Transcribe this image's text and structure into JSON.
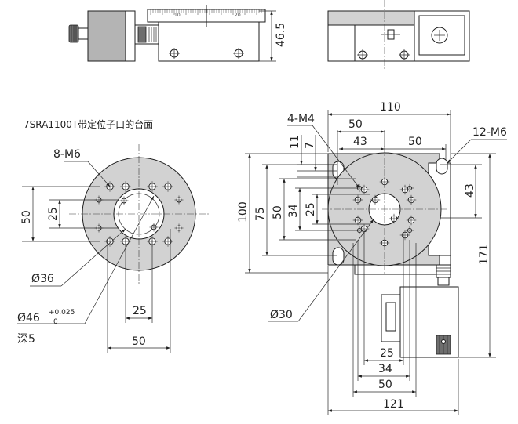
{
  "title": "7SRA1100T带定位子口的台面",
  "top_view": {
    "height_label": "46.5",
    "scale_marks": [
      "10",
      "20"
    ]
  },
  "table_drawing": {
    "thread_label": "8-M6",
    "dim_50_vertical": "50",
    "dim_25_vertical": "25",
    "dia_36": "Ø36",
    "dia_46": "Ø46",
    "tol_upper": "+0.025",
    "tol_lower": "0",
    "depth": "深5",
    "dim_25_horizontal": "25",
    "dim_50_horizontal": "50"
  },
  "plan_drawing": {
    "dim_110": "110",
    "dim_50_top": "50",
    "dim_43_top": "43",
    "dim_50_right": "50",
    "m4_label": "4-M4",
    "m6_label": "12-M6",
    "dim_11": "11",
    "dim_7": "7",
    "dim_100": "100",
    "dim_75": "75",
    "dim_50_left": "50",
    "dim_34_left": "34",
    "dim_25_left": "25",
    "dim_43_right": "43",
    "dim_171": "171",
    "dia_30": "Ø30",
    "dim_25_bottom": "25",
    "dim_34_bottom": "34",
    "dim_50_bottom": "50",
    "dim_121": "121"
  }
}
